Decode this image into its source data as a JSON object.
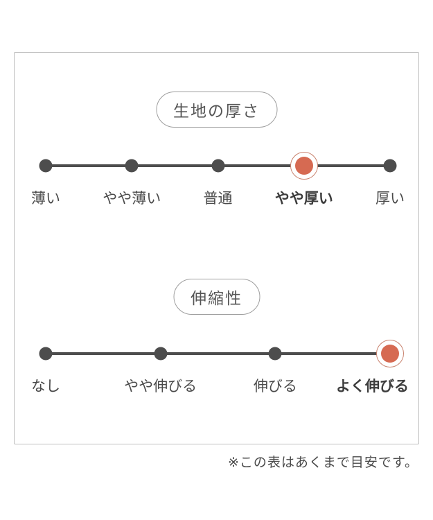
{
  "disclaimer": "※この表はあくまで目安です。",
  "colors": {
    "line": "#4d4d4d",
    "dot": "#4d4d4d",
    "selected-dot": "#d66a52",
    "selected-ring": "#c9836f",
    "box-border": "#bdbdbd",
    "pill-border": "#9e9e9e",
    "title-text": "#555555",
    "text": "#4a4a4a"
  },
  "chart_data": [
    {
      "type": "line",
      "title": "生地の厚さ",
      "categories": [
        "薄い",
        "やや薄い",
        "普通",
        "やや厚い",
        "厚い"
      ],
      "selected": "やや厚い",
      "selected_index": 3
    },
    {
      "type": "line",
      "title": "伸縮性",
      "categories": [
        "なし",
        "やや伸びる",
        "伸びる",
        "よく伸びる"
      ],
      "selected": "よく伸びる",
      "selected_index": 3
    }
  ]
}
